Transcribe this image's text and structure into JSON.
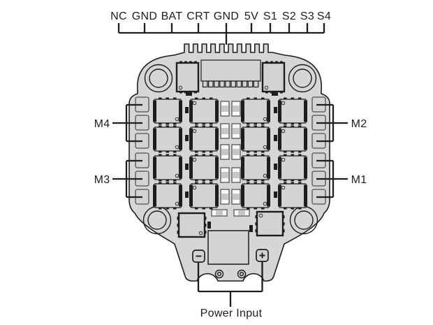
{
  "colors": {
    "background": "#ffffff",
    "board_fill": "#d5d6d5",
    "component_fill": "#d2d3d2",
    "outline": "#1d1d1d",
    "pad_border": "#4f4f4f"
  },
  "top_header": {
    "pins": [
      "NC",
      "GND",
      "BAT",
      "CRT",
      "GND",
      "5V",
      "S1",
      "S2",
      "S3",
      "S4"
    ]
  },
  "motors": {
    "m4": "M4",
    "m3": "M3",
    "m2": "M2",
    "m1": "M1"
  },
  "bottom": {
    "power_label": "Power Input"
  },
  "icons": {
    "negative_terminal": "minus-icon",
    "positive_terminal": "plus-icon"
  }
}
